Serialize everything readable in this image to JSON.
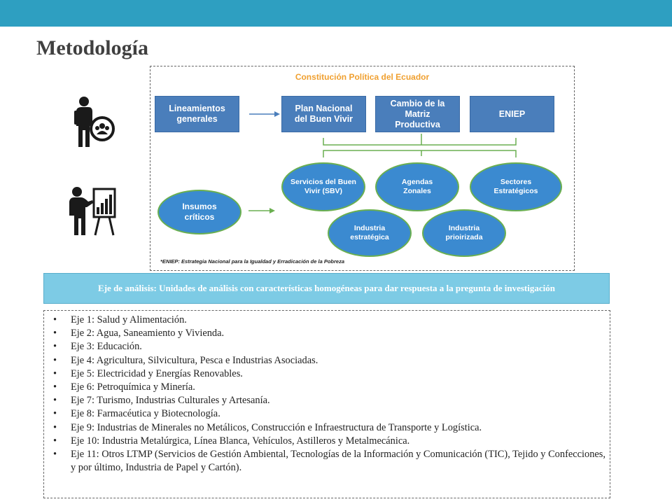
{
  "header": {
    "title": "Metodología"
  },
  "icons": [
    {
      "name": "person-with-people-circle-icon"
    },
    {
      "name": "presenter-chart-board-icon"
    }
  ],
  "diagram": {
    "title": "Constitución Política del Ecuador",
    "boxes": {
      "lineamientos": "Lineamientos generales",
      "plan": "Plan Nacional del Buen Vivir",
      "cambio": "Cambio de la Matriz Productiva",
      "eniep": "ENIEP"
    },
    "ovals": {
      "insumos": "Insumos críticos",
      "servicios": "Servicios del Buen Vivir (SBV)",
      "agendas": "Agendas Zonales",
      "sectores": "Sectores Estratégicos",
      "industria_estrategica": "Industria estratégica",
      "industria_priorizada": "Industria prioirizada"
    },
    "footnote": "*ENIEP: Estrategia Nacional para la Igualdad y Erradicación de la Pobreza",
    "colors": {
      "box": "#4a7ebb",
      "oval": "#3b8ad0",
      "oval_border": "#6aaf50",
      "title": "#f0a030"
    }
  },
  "eje_header": "Eje de análisis: Unidades de análisis con características homogéneas para dar respuesta a la pregunta de investigación",
  "ejes": [
    "Eje 1: Salud y Alimentación.",
    "Eje 2: Agua, Saneamiento y Vivienda.",
    "Eje 3: Educación.",
    "Eje 4: Agricultura, Silvicultura, Pesca e Industrias Asociadas.",
    "Eje 5: Electricidad y Energías Renovables.",
    "Eje 6: Petroquímica y Minería.",
    "Eje 7: Turismo, Industrias Culturales y Artesanía.",
    "Eje 8: Farmacéutica y Biotecnología.",
    "Eje 9: Industrias de Minerales no Metálicos, Construcción e Infraestructura de Transporte y Logística.",
    "Eje 10: Industria Metalúrgica, Línea Blanca, Vehículos, Astilleros y Metalmecánica.",
    "Eje 11: Otros LTMP (Servicios de Gestión Ambiental, Tecnologías de la Información y Comunicación (TIC), Tejido y Confecciones, y por último, Industria de Papel y Cartón)."
  ],
  "accent_color": "#2e9fc1"
}
